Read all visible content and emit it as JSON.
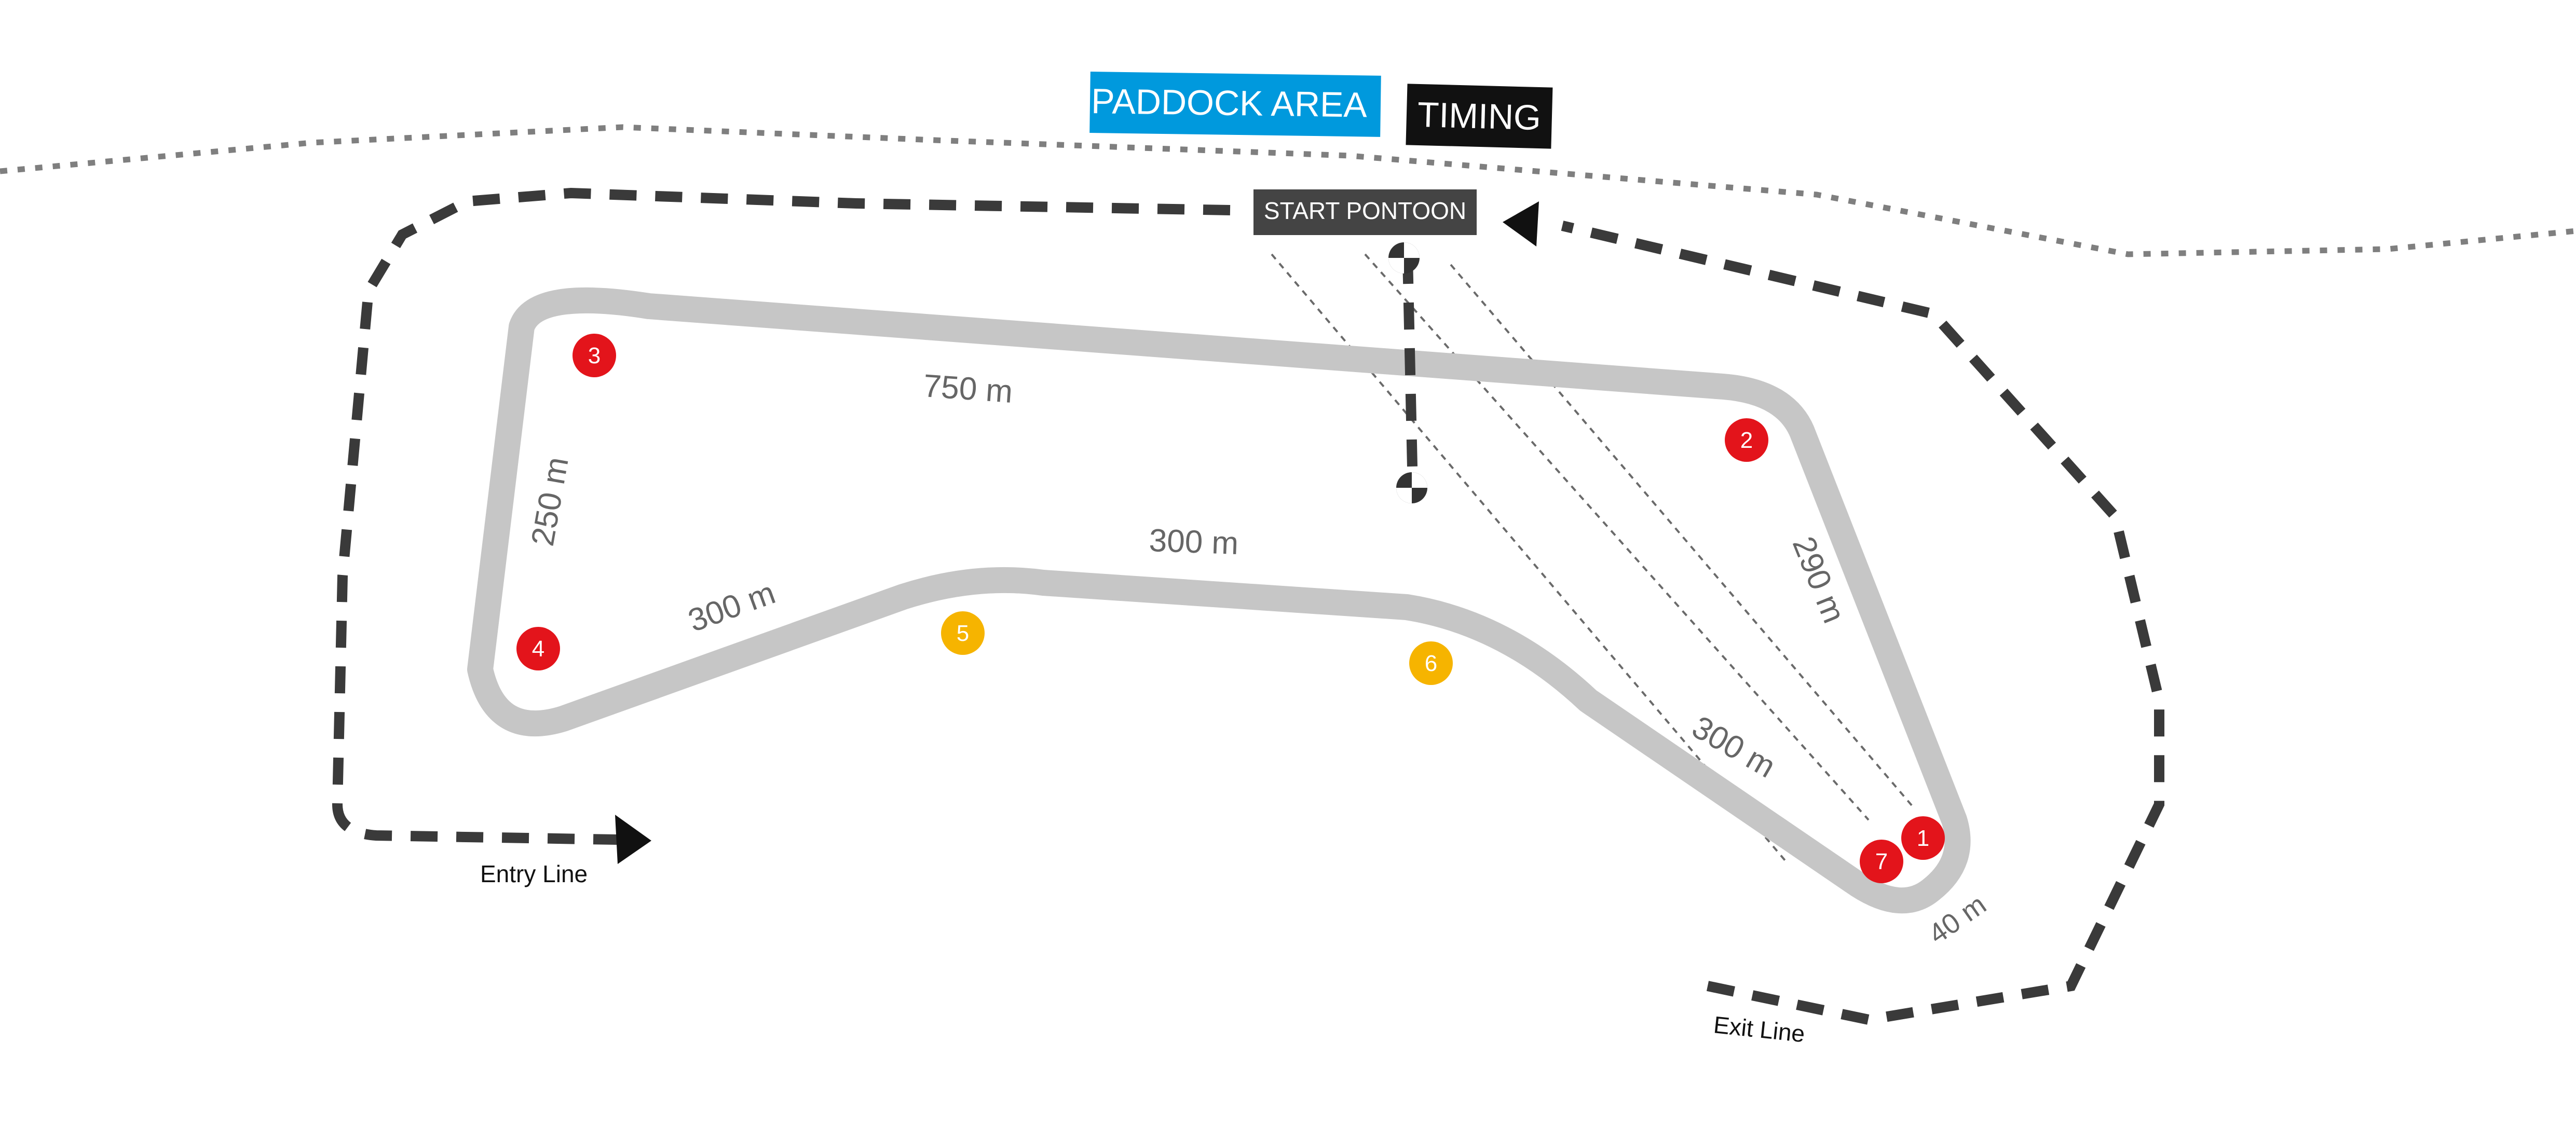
{
  "labels": {
    "paddock": "PADDOCK AREA",
    "timing": "TIMING",
    "start_pontoon": "START PONTOON",
    "entry_line": "Entry Line",
    "exit_line": "Exit Line"
  },
  "distances": {
    "d750": "750 m",
    "d250": "250 m",
    "d300_left": "300 m",
    "d300_mid": "300 m",
    "d290": "290 m",
    "d300_right": "300 m",
    "d40": "40 m"
  },
  "buoys": {
    "b1": "1",
    "b2": "2",
    "b3": "3",
    "b4": "4",
    "b5": "5",
    "b6": "6",
    "b7": "7"
  },
  "colors": {
    "paddock_bg": "#0099dd",
    "timing_bg": "#111111",
    "pontoon_bg": "#444444",
    "track": "#c6c6c6",
    "buoy_red": "#e3141b",
    "buoy_yellow": "#f6b400",
    "route_dash": "#3a3a3a",
    "shoreline": "#7f7f7f",
    "distance_text": "#666666"
  }
}
